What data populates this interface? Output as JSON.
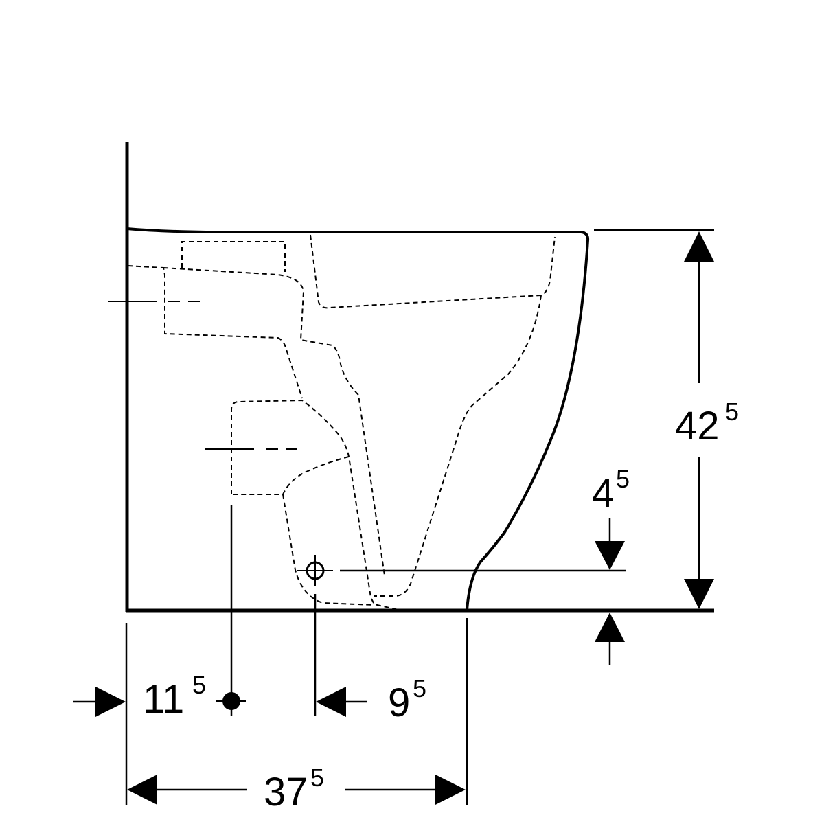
{
  "drawing": {
    "colors": {
      "line": "#000000",
      "background": "#ffffff"
    },
    "dimensions": {
      "height": {
        "main": "42",
        "sup": "5"
      },
      "outlet_height": {
        "main": "4",
        "sup": "5"
      },
      "fixing_distance": {
        "main": "11",
        "sup": "5"
      },
      "outlet_distance": {
        "main": "9",
        "sup": "5"
      },
      "depth": {
        "main": "37",
        "sup": "5"
      }
    }
  }
}
